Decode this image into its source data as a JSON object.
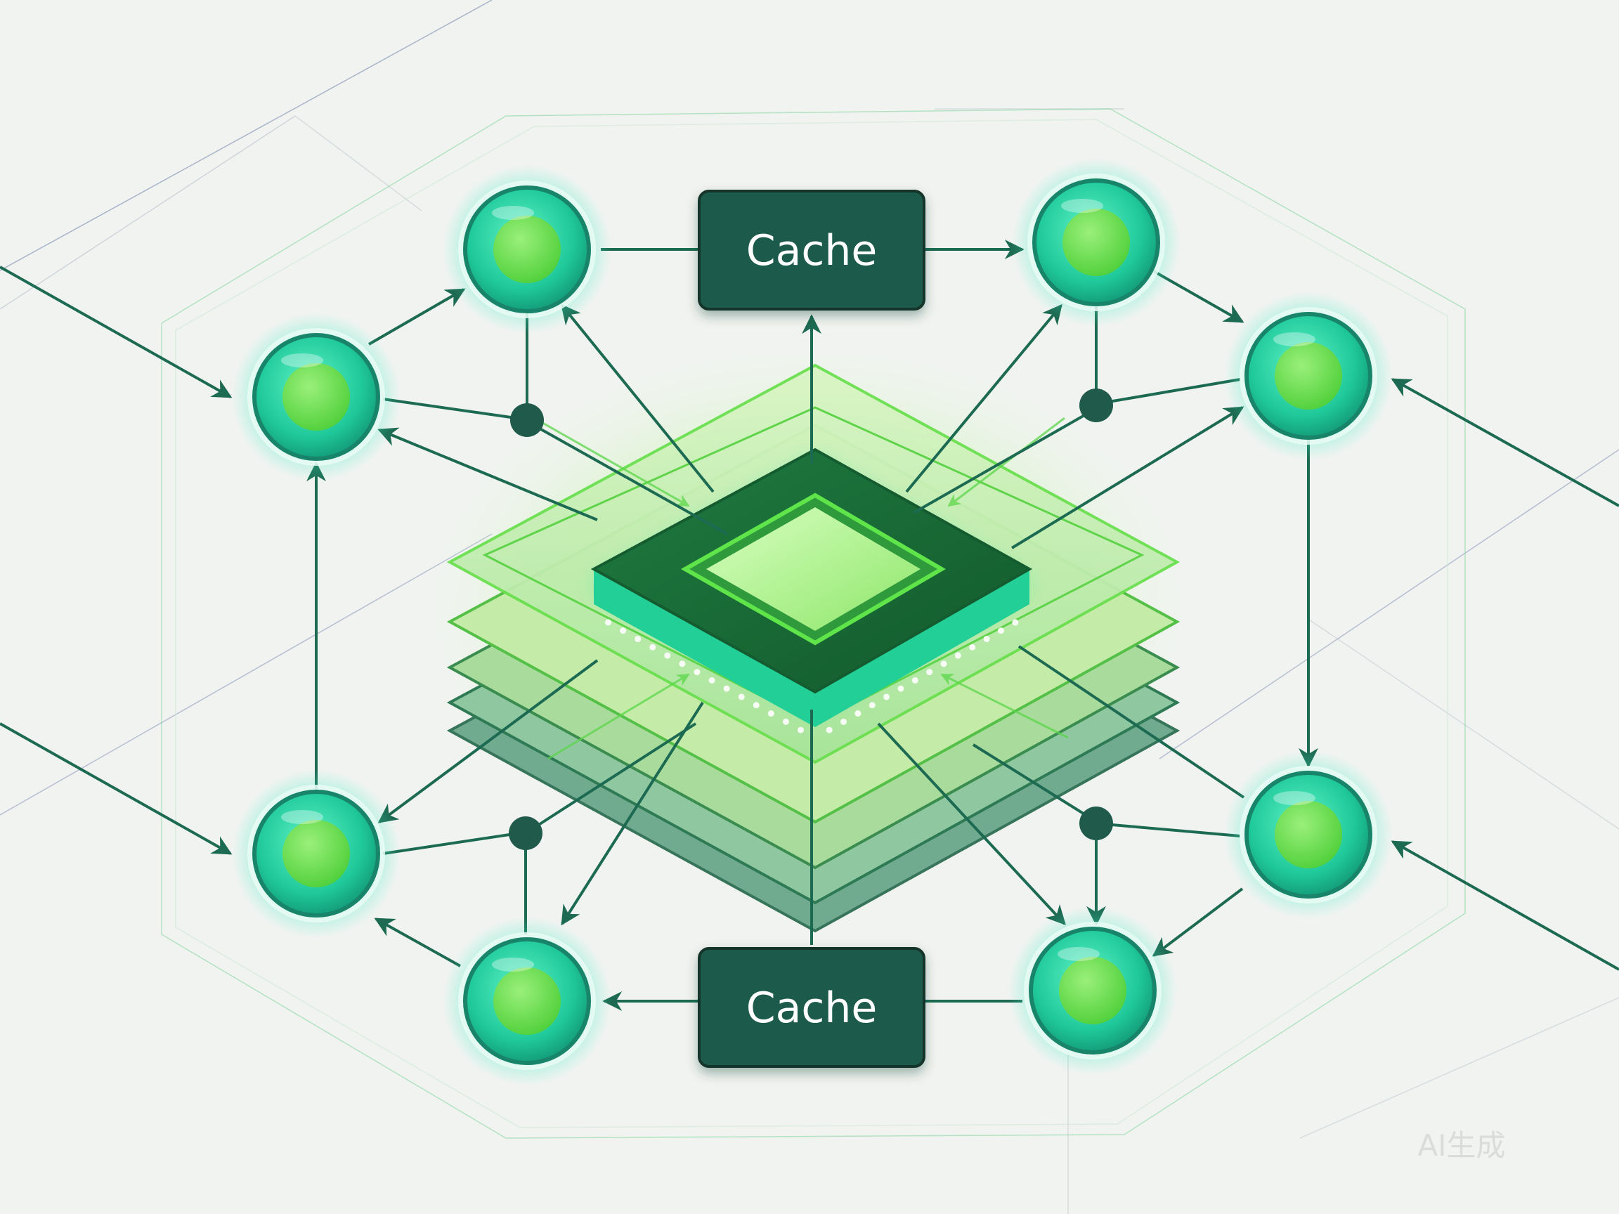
{
  "diagram": {
    "cache_top": {
      "label": "Cache"
    },
    "cache_bottom": {
      "label": "Cache"
    },
    "watermark": "AI生成"
  },
  "colors": {
    "background": "#f1f3f1",
    "edge": "#1d6a52",
    "box": "#1f5a4b",
    "node_ring": "#27d9a3",
    "node_core": "#6fe04a",
    "chip_dark": "#196635",
    "chip_glow": "#8df06b",
    "layer_fill": "#c9f0b0"
  },
  "icons": {
    "node": "glowing-circle-node",
    "junction": "junction-dot",
    "processor": "stacked-chip-icon"
  }
}
